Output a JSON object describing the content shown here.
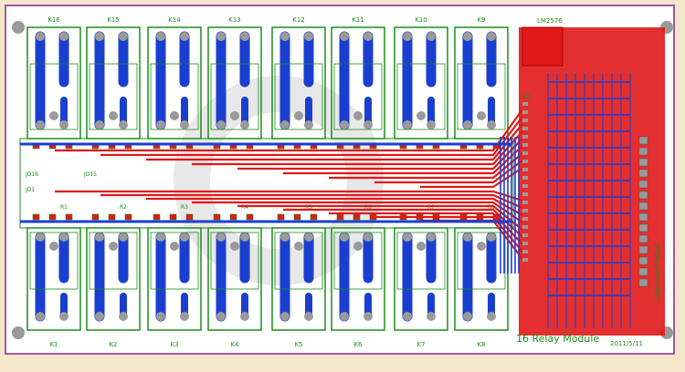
{
  "board": {
    "title": "16 Relay Module",
    "date": "2011/5/11",
    "regulator_label": "LM2576",
    "chip_label": "U2",
    "input_label": "Low-Level Input"
  },
  "relays": {
    "top": [
      "K16",
      "K15",
      "K14",
      "K13",
      "K12",
      "K11",
      "K10",
      "K9"
    ],
    "bottom": [
      "K1",
      "K2",
      "K3",
      "K4",
      "K5",
      "K6",
      "K7",
      "K8"
    ]
  },
  "leds": [
    "JD16",
    "JD15",
    "JD1"
  ],
  "resistors": [
    "R1",
    "R2",
    "R3",
    "R4",
    "R5",
    "R6",
    "R7",
    "R8"
  ],
  "colors": {
    "background": "#f4e6c8",
    "board": "#ffffff",
    "top_copper": "#e01818",
    "bottom_copper": "#1a3fd0",
    "silkscreen": "#1a8f1a",
    "pad": "#9a9a9a",
    "outline": "#8a2a8a",
    "watermark": "#d8d8d8"
  }
}
